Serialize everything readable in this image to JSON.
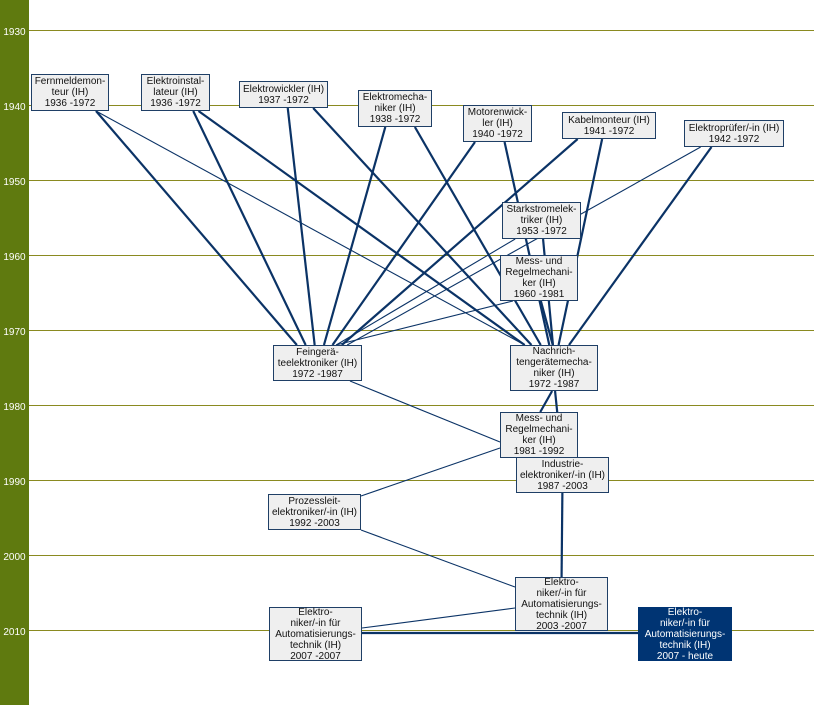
{
  "years": [
    "1930",
    "1940",
    "1950",
    "1960",
    "1970",
    "1980",
    "1990",
    "2000",
    "2010"
  ],
  "colors": {
    "sidebar": "#5f7a0f",
    "line": "#0b3366",
    "current": "#003473",
    "box": "#efefef"
  },
  "nodes": [
    {
      "id": "fernmeldemonteur",
      "lines": [
        "Fernmeldemon-",
        "teur (IH)",
        "1936 -1972"
      ]
    },
    {
      "id": "elektroinstallateur",
      "lines": [
        "Elektroinstal-",
        "lateur (IH)",
        "1936 -1972"
      ]
    },
    {
      "id": "elektrowickler",
      "lines": [
        "Elektrowickler (IH)",
        "1937 -1972"
      ]
    },
    {
      "id": "elektromechaniker",
      "lines": [
        "Elektromecha-",
        "niker (IH)",
        "1938 -1972"
      ]
    },
    {
      "id": "motorenwickler",
      "lines": [
        "Motorenwick-",
        "ler (IH)",
        "1940 -1972"
      ]
    },
    {
      "id": "kabelmonteur",
      "lines": [
        "Kabelmonteur (IH)",
        "1941 -1972"
      ]
    },
    {
      "id": "elektropruefer",
      "lines": [
        "Elektroprüfer/-in (IH)",
        "1942 -1972"
      ]
    },
    {
      "id": "starkstromelektriker",
      "lines": [
        "Starkstromelek-",
        "triker (IH)",
        "1953 -1972"
      ]
    },
    {
      "id": "mess-regel-1960",
      "lines": [
        "Mess- und",
        "Regelmechani-",
        "ker (IH)",
        "1960 -1981"
      ]
    },
    {
      "id": "feingeraeteelektroniker",
      "lines": [
        "Feingerä-",
        "teelektroniker (IH)",
        "1972 -1987"
      ]
    },
    {
      "id": "nachrichtengeraetemechaniker",
      "lines": [
        "Nachrich-",
        "tengerätemecha-",
        "niker (IH)",
        "1972 -1987"
      ]
    },
    {
      "id": "mess-regel-1981",
      "lines": [
        "Mess- und",
        "Regelmechani-",
        "ker (IH)",
        "1981 -1992"
      ]
    },
    {
      "id": "industrieelektroniker",
      "lines": [
        "Industrie-",
        "elektroniker/-in (IH)",
        "1987 -2003"
      ]
    },
    {
      "id": "prozessleitelektroniker",
      "lines": [
        "Prozessleit-",
        "elektroniker/-in (IH)",
        "1992 -2003"
      ]
    },
    {
      "id": "elektroniker-automatisierung-2003",
      "lines": [
        "Elektro-",
        "niker/-in für",
        "Automatisierungs-",
        "technik (IH)",
        "2003 -2007"
      ]
    },
    {
      "id": "elektroniker-automatisierung-2007",
      "lines": [
        "Elektro-",
        "niker/-in für",
        "Automatisierungs-",
        "technik (IH)",
        "2007 -2007"
      ]
    },
    {
      "id": "elektroniker-automatisierung-current",
      "lines": [
        "Elektro-",
        "niker/-in für",
        "Automatisierungs-",
        "technik (IH)",
        "2007 - heute"
      ],
      "current": true
    }
  ],
  "edges": [
    [
      "fernmeldemonteur",
      "feingeraeteelektroniker",
      true
    ],
    [
      "fernmeldemonteur",
      "nachrichtengeraetemechaniker",
      false
    ],
    [
      "elektroinstallateur",
      "feingeraeteelektroniker",
      true
    ],
    [
      "elektroinstallateur",
      "nachrichtengeraetemechaniker",
      true
    ],
    [
      "elektrowickler",
      "feingeraeteelektroniker",
      true
    ],
    [
      "elektrowickler",
      "nachrichtengeraetemechaniker",
      true
    ],
    [
      "elektromechaniker",
      "feingeraeteelektroniker",
      true
    ],
    [
      "elektromechaniker",
      "nachrichtengeraetemechaniker",
      true
    ],
    [
      "motorenwickler",
      "feingeraeteelektroniker",
      true
    ],
    [
      "motorenwickler",
      "nachrichtengeraetemechaniker",
      true
    ],
    [
      "kabelmonteur",
      "feingeraeteelektroniker",
      true
    ],
    [
      "kabelmonteur",
      "nachrichtengeraetemechaniker",
      true
    ],
    [
      "elektropruefer",
      "feingeraeteelektroniker",
      false
    ],
    [
      "elektropruefer",
      "nachrichtengeraetemechaniker",
      true
    ],
    [
      "starkstromelektriker",
      "feingeraeteelektroniker",
      false
    ],
    [
      "starkstromelektriker",
      "nachrichtengeraetemechaniker",
      true
    ],
    [
      "mess-regel-1960",
      "feingeraeteelektroniker",
      false
    ],
    [
      "mess-regel-1960",
      "nachrichtengeraetemechaniker",
      true
    ],
    [
      "feingeraeteelektroniker",
      "mess-regel-1981",
      false
    ],
    [
      "nachrichtengeraetemechaniker",
      "mess-regel-1981",
      true
    ],
    [
      "nachrichtengeraetemechaniker",
      "industrieelektroniker",
      true
    ],
    [
      "mess-regel-1981",
      "prozessleitelektroniker",
      false
    ],
    [
      "industrieelektroniker",
      "elektroniker-automatisierung-2003",
      true
    ],
    [
      "prozessleitelektroniker",
      "elektroniker-automatisierung-2003",
      false
    ],
    [
      "elektroniker-automatisierung-2003",
      "elektroniker-automatisierung-2007",
      false
    ],
    [
      "elektroniker-automatisierung-2007",
      "elektroniker-automatisierung-current",
      true
    ]
  ]
}
